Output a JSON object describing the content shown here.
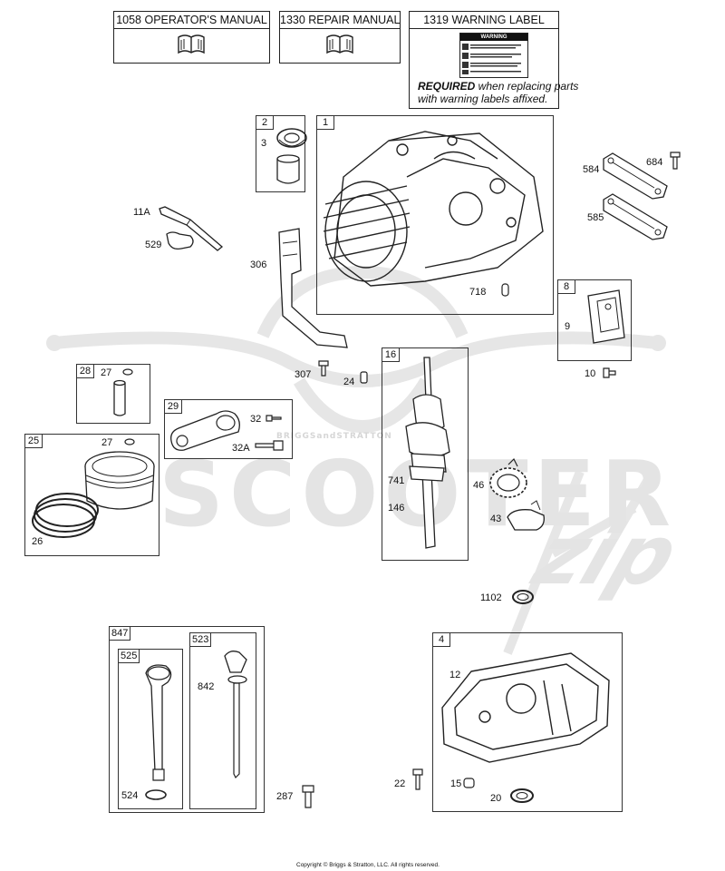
{
  "header_boxes": {
    "operators_manual": {
      "title": "1058 OPERATOR'S MANUAL",
      "icon": "book-icon"
    },
    "repair_manual": {
      "title": "1330 REPAIR MANUAL",
      "icon": "book-icon"
    },
    "warning_label": {
      "title": "1319 WARNING LABEL",
      "label_heading": "WARNING",
      "required_word": "REQUIRED",
      "required_rest": " when replacing parts",
      "required_line2": "with warning labels affixed."
    }
  },
  "watermark": {
    "brand": "SCOOTER",
    "script": "zip",
    "strip": "BRIGGSandSTRATTON"
  },
  "groups": {
    "g1": "1",
    "g2": "2",
    "g8": "8",
    "g16": "16",
    "g25": "25",
    "g28": "28",
    "g29": "29",
    "g4": "4",
    "g847": "847",
    "g523": "523",
    "g525": "525"
  },
  "labels": {
    "l3": "3",
    "l11a": "11A",
    "l529": "529",
    "l306": "306",
    "l584": "584",
    "l684": "684",
    "l585": "585",
    "l718": "718",
    "l9": "9",
    "l10": "10",
    "l27a": "27",
    "l307": "307",
    "l24": "24",
    "l32": "32",
    "l32a": "32A",
    "l27b": "27",
    "l26": "26",
    "l741": "741",
    "l146": "146",
    "l46": "46",
    "l43": "43",
    "l1102": "1102",
    "l12": "12",
    "l842": "842",
    "l524": "524",
    "l287": "287",
    "l22": "22",
    "l15": "15",
    "l20": "20"
  },
  "footer": {
    "copyright": "Copyright © Briggs & Stratton, LLC. All rights reserved."
  },
  "colors": {
    "line": "#222222",
    "watermark": "#e4e4e4"
  }
}
